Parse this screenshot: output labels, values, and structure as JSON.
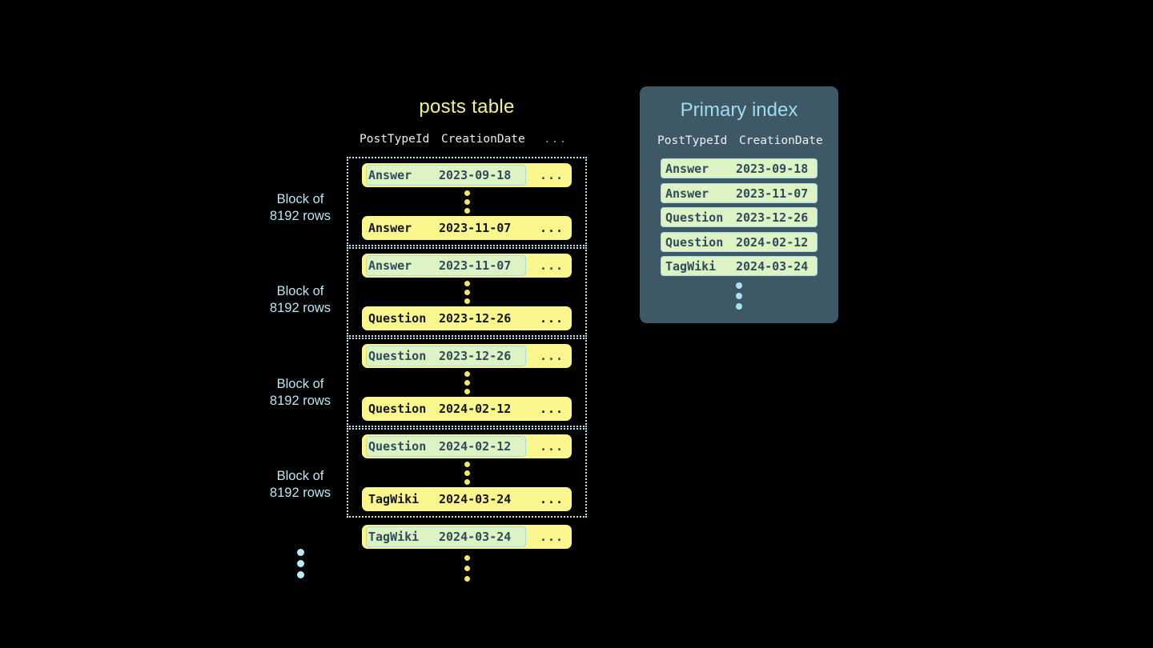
{
  "posts_table": {
    "title": "posts table",
    "columns": [
      "PostTypeId",
      "CreationDate",
      "..."
    ],
    "ellipsis": "...",
    "blocks": [
      {
        "label_line1": "Block of",
        "label_line2": "8192 rows",
        "first_row": {
          "post_type_id": "Answer",
          "creation_date": "2023-09-18",
          "more": "...",
          "highlighted": true
        },
        "last_row": {
          "post_type_id": "Answer",
          "creation_date": "2023-11-07",
          "more": "...",
          "highlighted": false
        }
      },
      {
        "label_line1": "Block of",
        "label_line2": "8192 rows",
        "first_row": {
          "post_type_id": "Answer",
          "creation_date": "2023-11-07",
          "more": "...",
          "highlighted": true
        },
        "last_row": {
          "post_type_id": "Question",
          "creation_date": "2023-12-26",
          "more": "...",
          "highlighted": false
        }
      },
      {
        "label_line1": "Block of",
        "label_line2": "8192 rows",
        "first_row": {
          "post_type_id": "Question",
          "creation_date": "2023-12-26",
          "more": "...",
          "highlighted": true
        },
        "last_row": {
          "post_type_id": "Question",
          "creation_date": "2024-02-12",
          "more": "...",
          "highlighted": false
        }
      },
      {
        "label_line1": "Block of",
        "label_line2": "8192 rows",
        "first_row": {
          "post_type_id": "Question",
          "creation_date": "2024-02-12",
          "more": "...",
          "highlighted": true
        },
        "last_row": {
          "post_type_id": "TagWiki",
          "creation_date": "2024-03-24",
          "more": "...",
          "highlighted": false
        }
      }
    ],
    "trailing_row": {
      "post_type_id": "TagWiki",
      "creation_date": "2024-03-24",
      "more": "...",
      "highlighted": true
    }
  },
  "primary_index": {
    "title": "Primary index",
    "columns": [
      "PostTypeId",
      "CreationDate"
    ],
    "rows": [
      {
        "post_type_id": "Answer",
        "creation_date": "2023-09-18"
      },
      {
        "post_type_id": "Answer",
        "creation_date": "2023-11-07"
      },
      {
        "post_type_id": "Question",
        "creation_date": "2023-12-26"
      },
      {
        "post_type_id": "Question",
        "creation_date": "2024-02-12"
      },
      {
        "post_type_id": "TagWiki",
        "creation_date": "2024-03-24"
      }
    ]
  },
  "colors": {
    "background": "#000000",
    "row_yellow": "#fbf78f",
    "highlight_green": "#ddf3c4",
    "highlight_border": "#a8dbe8",
    "block_border": "#b8e4f0",
    "title_yellow": "#f2f28c",
    "index_panel": "#3f5866",
    "index_title": "#9fdcf0",
    "label_cyan": "#b9e6f2",
    "dot_yellow": "#f2e86a",
    "dot_cyan": "#bfeaf7"
  }
}
